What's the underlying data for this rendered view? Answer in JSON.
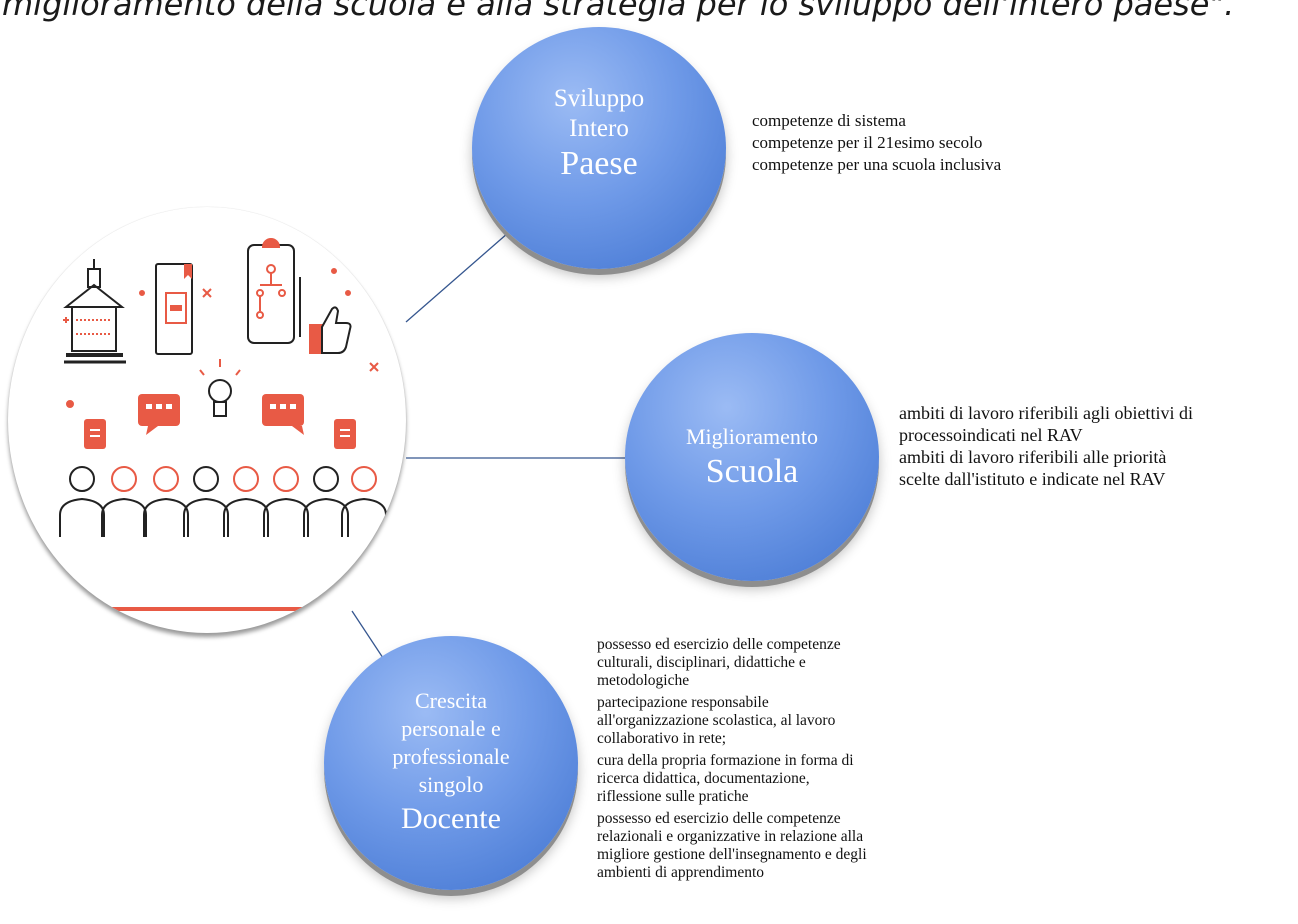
{
  "caption": "miglioramento della scuola e alla strategia per lo sviluppo dell'intero paese\".",
  "colors": {
    "node_light": "#9bbbf4",
    "node_dark": "#3f72cf",
    "connector": "#35568f",
    "illustration_accent": "#e85a45"
  },
  "nodes": {
    "sviluppo": {
      "line1": "Sviluppo",
      "line2": "Intero",
      "line3": "Paese"
    },
    "miglioramento": {
      "line1": "Miglioramento",
      "line2": "Scuola"
    },
    "crescita": {
      "line1": "Crescita",
      "line2": "personale e",
      "line3": "professionale",
      "line4": "singolo",
      "line5": "Docente"
    }
  },
  "details": {
    "sviluppo": [
      "competenze di sistema",
      "competenze per il 21esimo secolo",
      "competenze per una scuola inclusiva"
    ],
    "miglioramento": [
      "ambiti di lavoro riferibili agli obiettivi di",
      "processoindicati nel RAV",
      "ambiti di lavoro riferibili alle priorità",
      "scelte dall'istituto e indicate nel RAV"
    ],
    "crescita": [
      [
        "possesso ed esercizio delle competenze",
        "culturali, disciplinari, didattiche e",
        "metodologiche"
      ],
      [
        "partecipazione responsabile",
        "all'organizzazione scolastica, al lavoro",
        "collaborativo in rete;"
      ],
      [
        "cura della propria formazione in forma di",
        "ricerca didattica, documentazione,",
        "riflessione sulle pratiche"
      ],
      [
        "possesso ed esercizio delle competenze",
        "relazionali e organizzative in relazione alla",
        "migliore gestione dell'insegnamento e degli",
        "ambienti di apprendimento"
      ]
    ]
  }
}
